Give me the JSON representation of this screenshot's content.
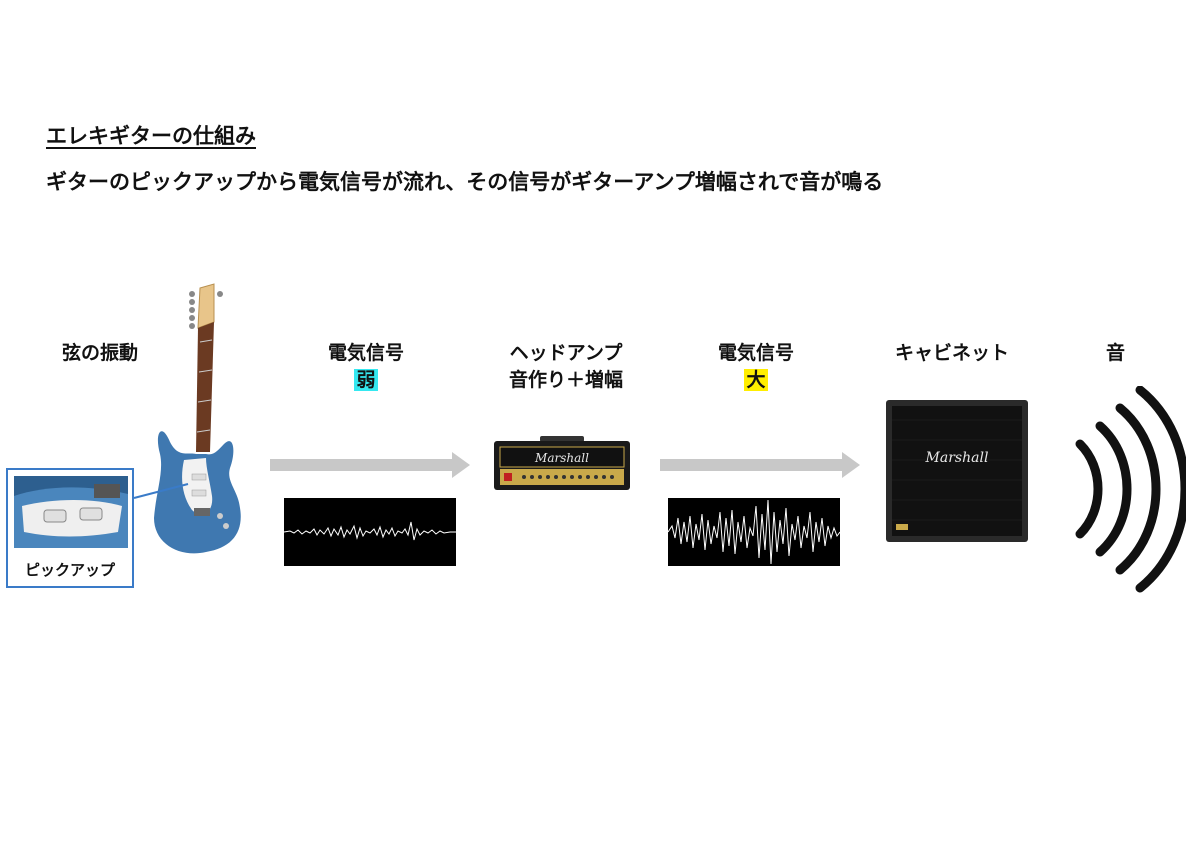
{
  "header": {
    "title": "エレキギターの仕組み",
    "subtitle": "ギターのピックアップから電気信号が流れ、その信号がギターアンプ増幅されで音が鳴る"
  },
  "stages": {
    "string_vibration": "弦の振動",
    "signal_weak_line1": "電気信号",
    "signal_weak_line2": "弱",
    "head_amp_line1": "ヘッドアンプ",
    "head_amp_line2": "音作り＋増幅",
    "signal_strong_line1": "電気信号",
    "signal_strong_line2": "大",
    "cabinet": "キャビネット",
    "sound": "音"
  },
  "pickup": {
    "label": "ピックアップ"
  },
  "brand": {
    "amp_logo": "Marshall",
    "cabinet_logo": "Marshall"
  },
  "colors": {
    "weak_highlight": "#35e8f0",
    "strong_highlight": "#ffee00",
    "arrow": "#c8c8c8",
    "pickup_border": "#3a7bc8",
    "guitar_body": "#3f78b0"
  },
  "icons": [
    "guitar-icon",
    "amp-head-icon",
    "speaker-cabinet-icon",
    "sound-waves-icon",
    "arrow-right-icon"
  ]
}
